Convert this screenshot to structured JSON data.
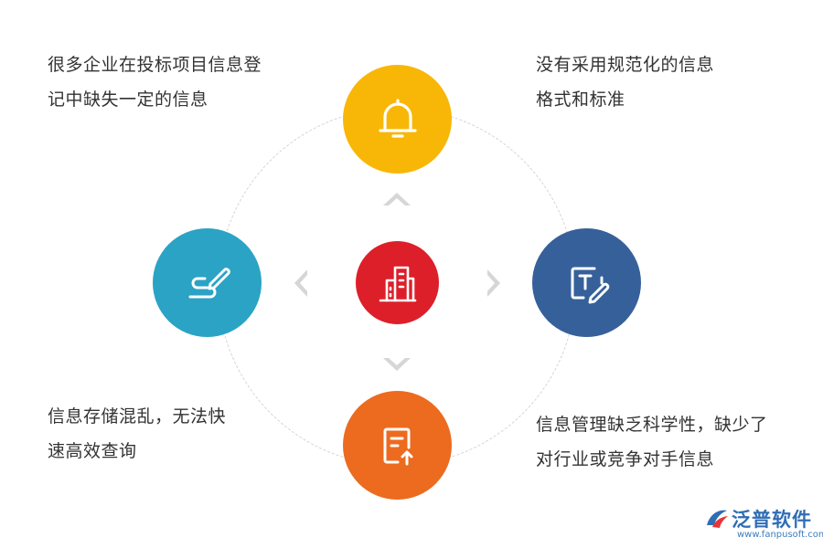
{
  "captions": {
    "top_left": [
      "很多企业在投标项目信息登",
      "记中缺失一定的信息"
    ],
    "top_right": [
      "没有采用规范化的信息",
      "格式和标准"
    ],
    "bottom_left": [
      "信息存储混乱，无法快",
      "速高效查询"
    ],
    "bottom_right": [
      "信息管理缺乏科学性，缺少了",
      "对行业或竞争对手信息"
    ]
  },
  "nodes": {
    "top": {
      "icon": "bell-icon",
      "color": "#f8b707"
    },
    "left": {
      "icon": "pen-scribble-icon",
      "color": "#2ba3c4"
    },
    "right": {
      "icon": "text-edit-icon",
      "color": "#36609a"
    },
    "bottom": {
      "icon": "file-upload-icon",
      "color": "#ec6b1f"
    },
    "center": {
      "icon": "building-icon",
      "color": "#dd1f2a"
    }
  },
  "logo": {
    "name": "泛普软件",
    "url": "www.fanpusoft.com"
  }
}
